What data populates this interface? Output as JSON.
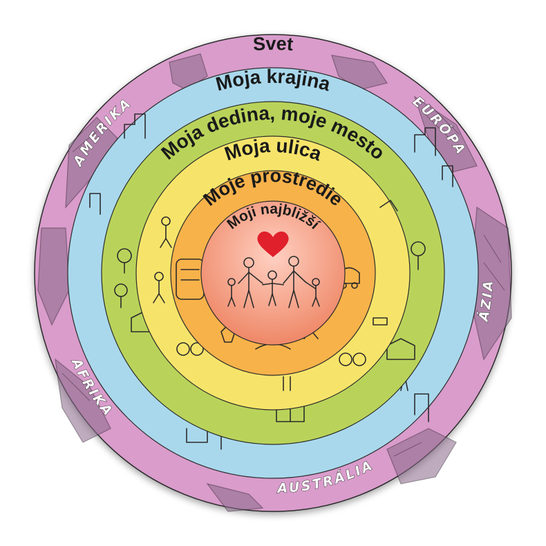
{
  "diagram": {
    "rings": [
      {
        "label": "Svet",
        "color": "#d99ccb"
      },
      {
        "label": "Moja krajina",
        "color": "#a9d8ec"
      },
      {
        "label": "Moja dedina, moje mesto",
        "color": "#b9d35a"
      },
      {
        "label": "Moja ulica",
        "color": "#f6e46a"
      },
      {
        "label": "Moje prostredie",
        "color": "#f7b24a"
      },
      {
        "label": "Moji najbližší",
        "color": "#ef8a6a"
      }
    ],
    "continents": {
      "amerika": "AMERIKA",
      "europa": "EURÓPA",
      "azia": "ÁZIA",
      "afrika": "AFRIKA",
      "australia": "AUSTRÁLIA"
    },
    "center": {
      "heart_icon": "heart-icon",
      "family_icon": "family-icon",
      "heart_color": "#e0202a"
    }
  }
}
